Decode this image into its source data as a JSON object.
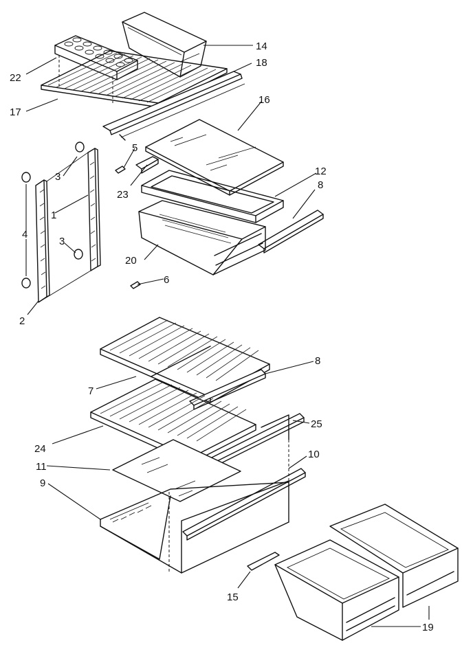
{
  "callouts": {
    "c1": "1",
    "c2": "2",
    "c3a": "3",
    "c3b": "3",
    "c4": "4",
    "c5": "5",
    "c6": "6",
    "c7": "7",
    "c8a": "8",
    "c8b": "8",
    "c9": "9",
    "c10": "10",
    "c11": "11",
    "c12": "12",
    "c14": "14",
    "c15": "15",
    "c16": "16",
    "c17": "17",
    "c18": "18",
    "c19": "19",
    "c20": "20",
    "c22": "22",
    "c23": "23",
    "c24": "24",
    "c25": "25"
  }
}
